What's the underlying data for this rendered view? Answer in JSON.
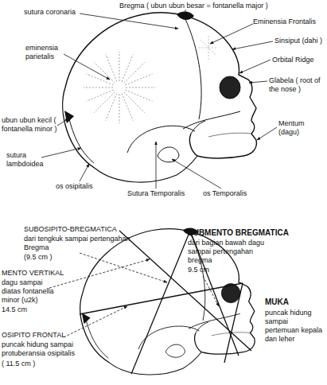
{
  "diagram": {
    "labels": [
      "sutura coronaria",
      "Bregma ( ubun ubun besar = fontanella major )",
      "Eminensia Frontalis",
      "eminensia parietalis",
      "Sinsiput (dahi )",
      "Orbital Ridge",
      "Glabela ( root of the nose )",
      "ubun ubun kecil ( fontanella minor )",
      "Mentum (dagu)",
      "sutura lambdoidea",
      "os osipitalis",
      "Sutura Temporalis",
      "os Temporalis",
      "SUBOSIPITO-BREGMATICA",
      "dari tengkuk sampai pertengahan Bregma",
      "(9.5 cm )",
      "SUBMENTO BREGMATICA",
      "dari bagian bawah dagu sampai pertengahan bregma",
      "9.5 cm",
      "MENTO VERTIKAL",
      "dagu sampai diatas fontanella minor (u2k)",
      "14.5 cm",
      "MUKA",
      "puncak hidung sampai pertemuan kepala dan leher",
      "OSIPITO FRONTAL",
      "puncak hidung sampai protuberansia osipitalis",
      "( 11.5 cm )"
    ]
  }
}
